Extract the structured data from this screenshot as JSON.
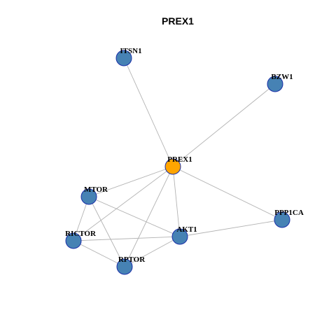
{
  "graph": {
    "title": "PREX1",
    "colors": {
      "center_node": "#FFA500",
      "neighbor_node": "#4682B4",
      "node_border": "#1a2fa8",
      "edge": "#b3b3b3"
    },
    "nodes": [
      {
        "id": "PREX1",
        "label": "PREX1",
        "center": true
      },
      {
        "id": "ITSN1",
        "label": "ITSN1",
        "center": false
      },
      {
        "id": "BZW1",
        "label": "BZW1",
        "center": false
      },
      {
        "id": "MTOR",
        "label": "MTOR",
        "center": false
      },
      {
        "id": "PPP1CA",
        "label": "PPP1CA",
        "center": false
      },
      {
        "id": "RICTOR",
        "label": "RICTOR",
        "center": false
      },
      {
        "id": "AKT1",
        "label": "AKT1",
        "center": false
      },
      {
        "id": "RPTOR",
        "label": "RPTOR",
        "center": false
      }
    ],
    "edges": [
      [
        "PREX1",
        "ITSN1"
      ],
      [
        "PREX1",
        "BZW1"
      ],
      [
        "PREX1",
        "MTOR"
      ],
      [
        "PREX1",
        "PPP1CA"
      ],
      [
        "PREX1",
        "RICTOR"
      ],
      [
        "PREX1",
        "AKT1"
      ],
      [
        "PREX1",
        "RPTOR"
      ],
      [
        "MTOR",
        "RICTOR"
      ],
      [
        "MTOR",
        "AKT1"
      ],
      [
        "MTOR",
        "RPTOR"
      ],
      [
        "RICTOR",
        "AKT1"
      ],
      [
        "RICTOR",
        "RPTOR"
      ],
      [
        "AKT1",
        "RPTOR"
      ],
      [
        "AKT1",
        "PPP1CA"
      ]
    ]
  }
}
